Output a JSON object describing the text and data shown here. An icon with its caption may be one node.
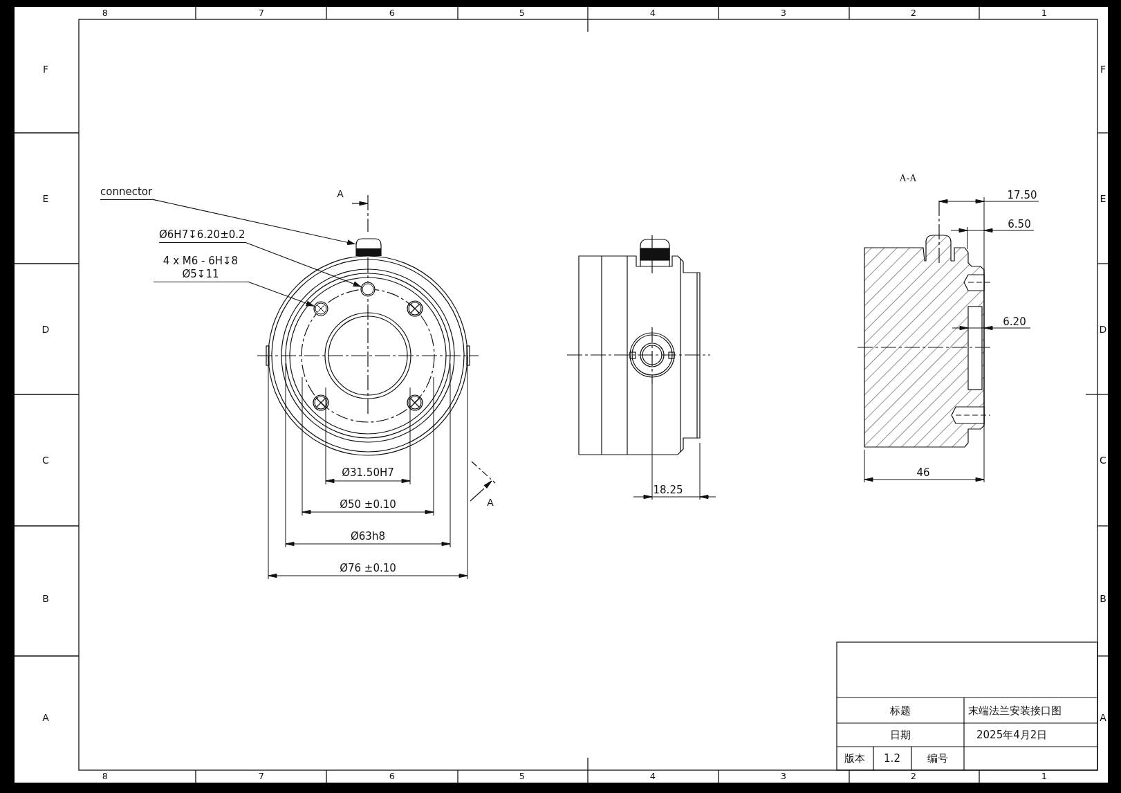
{
  "diagram": {
    "nodes": [
      {
        "text": [
          "connector"
        ]
      },
      {
        "text": [],
        "shape": "picture"
      },
      {
        "text": [
          "Ø6H7↧6.20±0.2"
        ]
      },
      {
        "text": [],
        "shape": "circle"
      },
      {
        "text": [
          "4 x M6 - 6H↧8 Ø5↧11"
        ]
      },
      {
        "text": [],
        "shape": "circle"
      }
    ],
    "edges": [
      {
        "from": 0,
        "to": 1,
        "arrow": "to"
      },
      {
        "from": 2,
        "to": 3,
        "arrow": "to"
      },
      {
        "from": 4,
        "to": 5,
        "arrow": "to"
      }
    ],
    "labels": [
      "8",
      "7",
      "6",
      "5",
      "4",
      "3",
      "2",
      "1",
      "F",
      "E",
      "D",
      "C",
      "B",
      "A",
      "F",
      "E",
      "D",
      "C",
      "B",
      "A",
      "8",
      "7",
      "6",
      "5",
      "4",
      "3",
      "2",
      "1",
      "A",
      "A-A",
      "17.50",
      "6.50",
      "6.20",
      "A",
      "Ø31.50H7",
      "18.25",
      "46",
      "Ø50 ±0.10",
      "Ø63h8",
      "Ø76 ±0.10",
      "标题",
      "末端法兰安装接口图",
      "日期",
      "2025年4月2日",
      "版本",
      "1.2",
      "编号"
    ]
  }
}
